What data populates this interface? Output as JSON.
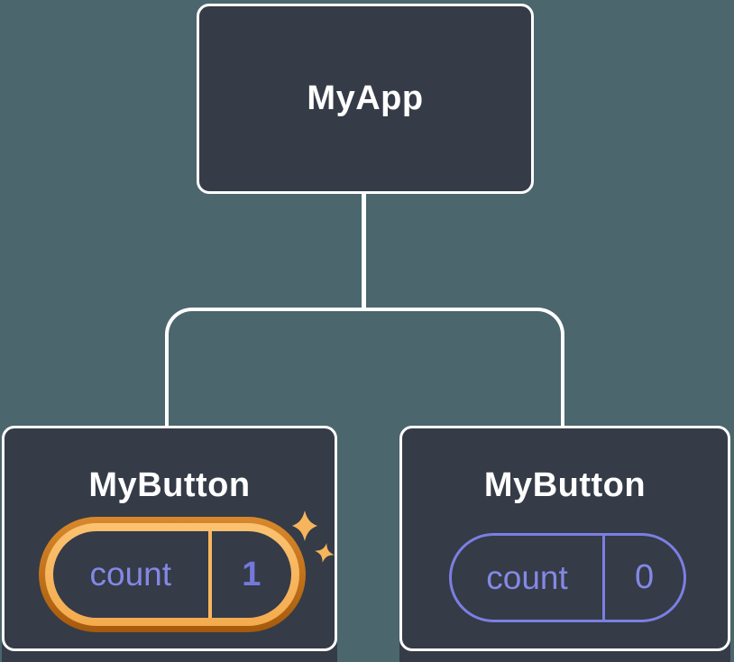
{
  "diagram": {
    "root": {
      "label": "MyApp"
    },
    "children": [
      {
        "label": "MyButton",
        "highlighted": true,
        "pill": {
          "field": "count",
          "value": "1"
        }
      },
      {
        "label": "MyButton",
        "highlighted": false,
        "pill": {
          "field": "count",
          "value": "0"
        }
      }
    ]
  },
  "colors": {
    "background": "#4b666d",
    "node_fill": "#353b47",
    "node_border": "#ffffff",
    "connector": "#ffffff",
    "label_text": "#ffffff",
    "state_text": "#8488e4",
    "state_value_highlighted": "#7478db",
    "highlight_ring_outer": "#c4751c",
    "highlight_ring_inner": "#f9b65e",
    "plain_pill_border": "#7b7fe2",
    "sparkle": "#f6b55c"
  }
}
